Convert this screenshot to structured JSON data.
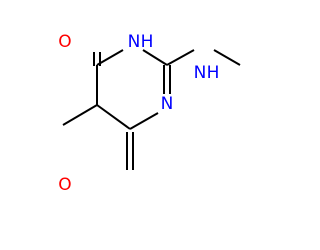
{
  "molecule": {
    "atoms": {
      "o_top": {
        "label": "O",
        "color": "#ff0000"
      },
      "o_bottom": {
        "label": "O",
        "color": "#ff0000"
      },
      "n1": {
        "label": "N",
        "color": "#0000ff"
      },
      "n1_h": {
        "label": "H",
        "color": "#0000ff"
      },
      "n3": {
        "label": "N",
        "color": "#0000ff"
      },
      "nh_exo": {
        "label": "N",
        "color": "#0000ff"
      },
      "nh_exo_h": {
        "label": "H",
        "color": "#0000ff"
      }
    },
    "bond_color": "#000000"
  }
}
